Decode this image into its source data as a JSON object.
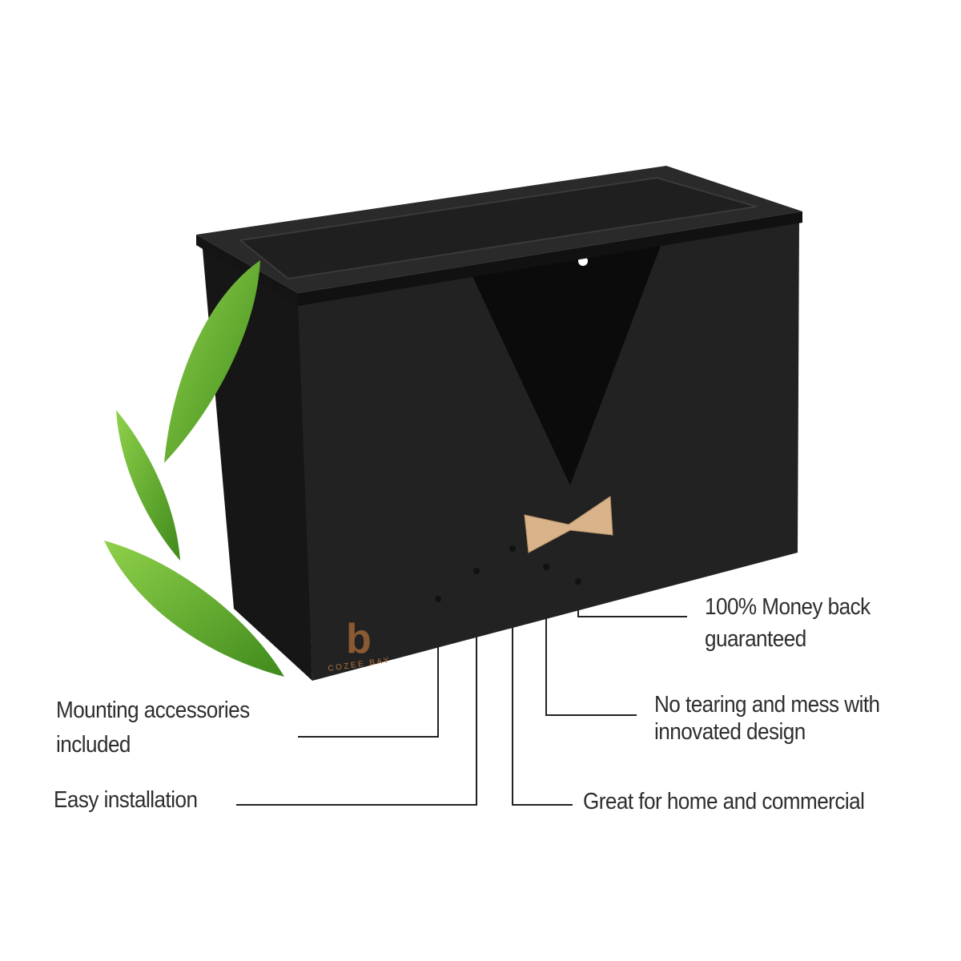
{
  "brand": {
    "logo_letter": "b",
    "logo_text": "COZEE BAY"
  },
  "features": [
    {
      "id": "mounting",
      "lines": [
        "Mounting accessories",
        "included"
      ]
    },
    {
      "id": "installation",
      "lines": [
        "Easy installation"
      ]
    },
    {
      "id": "home-commercial",
      "lines": [
        "Great for home and commercial"
      ]
    },
    {
      "id": "no-tearing",
      "lines": [
        "No tearing and mess with",
        "innovated design"
      ]
    },
    {
      "id": "money-back",
      "lines": [
        "100% Money back",
        "guaranteed"
      ]
    }
  ],
  "colors": {
    "box": "#1e1e1e",
    "leaf": "#5aa82a",
    "bowtie": "#d9b48a",
    "text": "#2e2e2e",
    "logo": "#b5713a"
  }
}
